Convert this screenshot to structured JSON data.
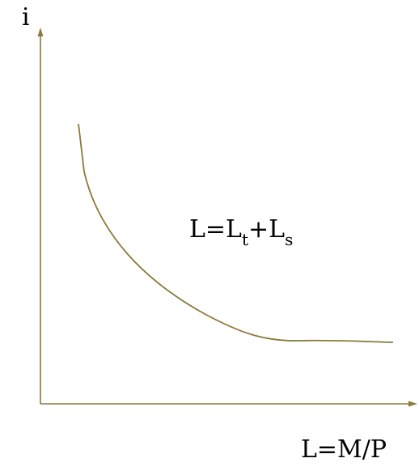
{
  "colors": {
    "line": "#8b7a3a",
    "text": "#000000",
    "background": "#ffffff"
  },
  "labels": {
    "y_axis": "i",
    "x_axis": "L=M/P",
    "curve_main": "L=L",
    "curve_sub1": "t",
    "curve_plus": "+L",
    "curve_sub2": "s"
  }
}
